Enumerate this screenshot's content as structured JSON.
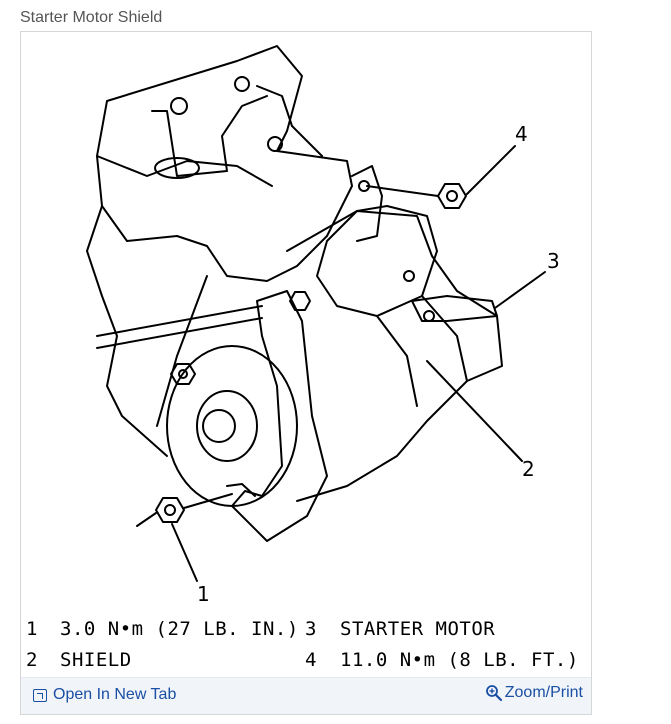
{
  "page": {
    "title": "Starter Motor Shield"
  },
  "diagram": {
    "callouts": [
      "1",
      "2",
      "3",
      "4"
    ],
    "legend": [
      {
        "num": "1",
        "text": "3.0 N•m (27 LB. IN.)"
      },
      {
        "num": "2",
        "text": "SHIELD"
      },
      {
        "num": "3",
        "text": "STARTER MOTOR"
      },
      {
        "num": "4",
        "text": "11.0 N•m (8 LB. FT.)"
      }
    ]
  },
  "actions": {
    "open_new_tab": "Open In New Tab",
    "zoom_print": "Zoom/Print"
  },
  "icons": {
    "open_new_tab": "open-new-tab-icon",
    "zoom": "zoom-in-icon"
  },
  "colors": {
    "link": "#1a4fa3",
    "toolbar_bg": "#f1f5fa"
  }
}
